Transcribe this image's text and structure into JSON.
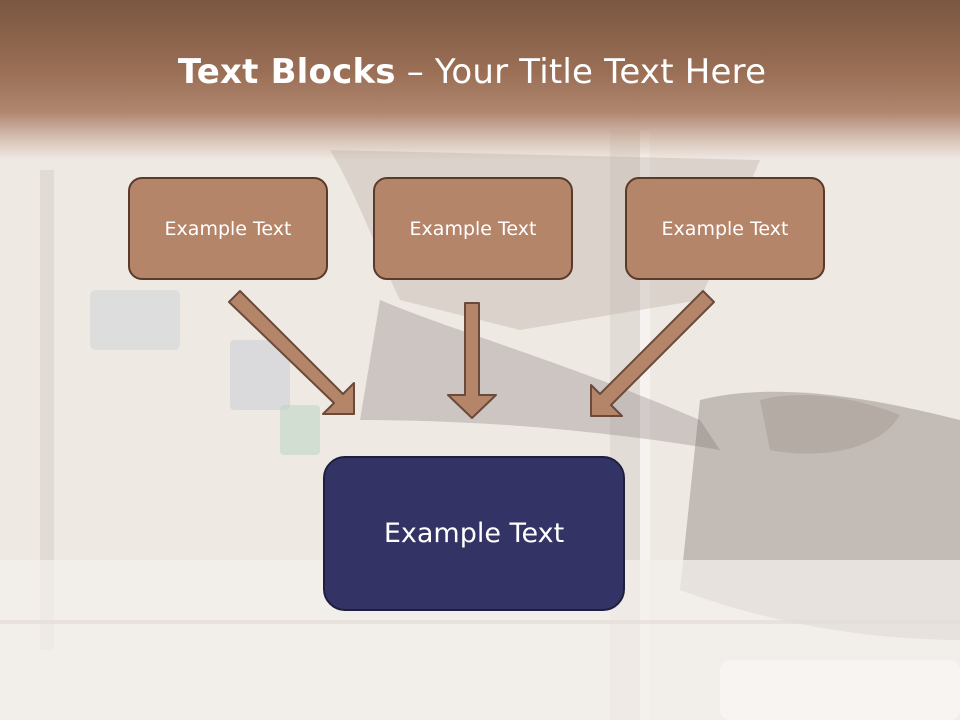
{
  "slide": {
    "title_bold": "Text Blocks",
    "title_rest": " – Your Title Text Here",
    "blocks": [
      {
        "label": "Example Text"
      },
      {
        "label": "Example Text"
      },
      {
        "label": "Example Text"
      }
    ],
    "main_block": {
      "label": "Example Text"
    }
  },
  "colors": {
    "header_brown": "#9a6f55",
    "block_brown": "#b5856a",
    "block_border": "#5a3a2a",
    "main_navy": "#333366"
  }
}
